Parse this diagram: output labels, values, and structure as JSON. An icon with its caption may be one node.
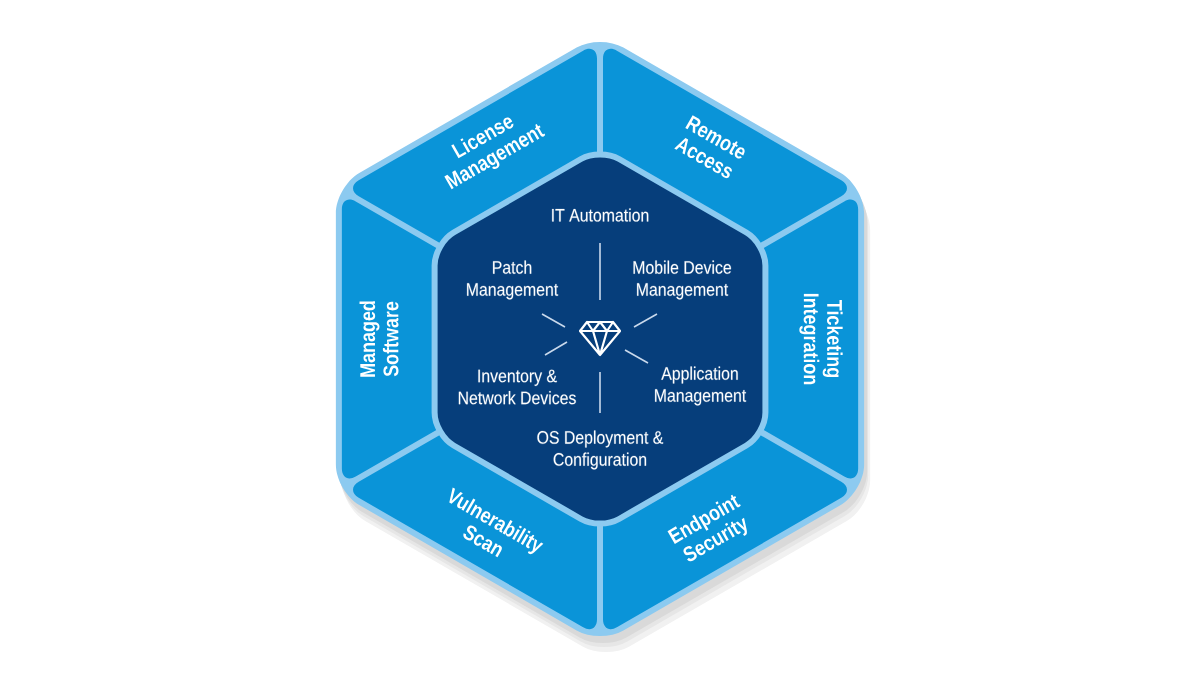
{
  "diagram": {
    "nodes": [
      {
        "text": [
          "License Management"
        ]
      },
      {
        "text": [
          "Remote Access"
        ]
      },
      {
        "text": [
          "Ticketing Integration"
        ]
      },
      {
        "text": [
          "Endpoint Security"
        ]
      },
      {
        "text": [
          "Vulnerability Scan"
        ]
      },
      {
        "text": [
          "Managed Software"
        ]
      },
      {
        "text": [
          "IT Automation",
          "Patch Management",
          "Mobile Device Management",
          "Inventory & Network Devices",
          "Application Management",
          "OS Deployment & Configuration"
        ]
      }
    ]
  }
}
